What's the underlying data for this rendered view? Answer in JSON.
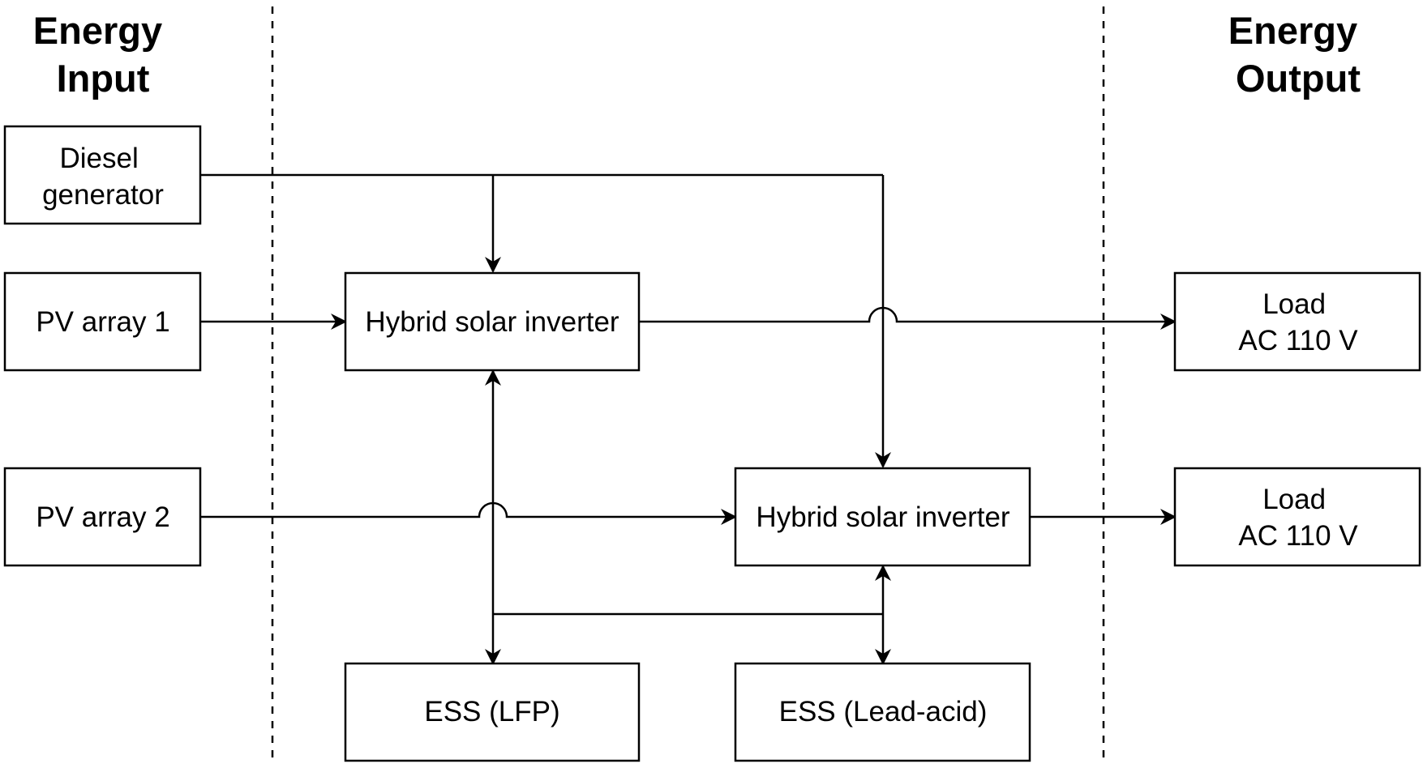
{
  "headings": {
    "input": [
      "Energy",
      "Input"
    ],
    "output": [
      "Energy",
      "Output"
    ]
  },
  "nodes": {
    "diesel": [
      "Diesel",
      "generator"
    ],
    "pv1": [
      "PV array 1"
    ],
    "pv2": [
      "PV array 2"
    ],
    "inverter1": [
      "Hybrid solar inverter"
    ],
    "inverter2": [
      "Hybrid solar inverter"
    ],
    "ess_lfp": [
      "ESS (LFP)"
    ],
    "ess_lead": [
      "ESS (Lead-acid)"
    ],
    "load1": [
      "Load",
      "AC 110 V"
    ],
    "load2": [
      "Load",
      "AC 110 V"
    ]
  },
  "connections": [
    {
      "from": "diesel",
      "to": "inverter1",
      "direction": "one-way"
    },
    {
      "from": "diesel",
      "to": "inverter2",
      "direction": "one-way"
    },
    {
      "from": "pv1",
      "to": "inverter1",
      "direction": "one-way"
    },
    {
      "from": "pv2",
      "to": "inverter2",
      "direction": "one-way"
    },
    {
      "from": "inverter1",
      "to": "load1",
      "direction": "one-way"
    },
    {
      "from": "inverter2",
      "to": "load2",
      "direction": "one-way"
    },
    {
      "from": "ess_lfp",
      "to": "inverter1",
      "direction": "two-way"
    },
    {
      "from": "ess_lead",
      "to": "inverter2",
      "direction": "two-way"
    }
  ],
  "colors": {
    "stroke": "#000000",
    "background": "#ffffff"
  }
}
